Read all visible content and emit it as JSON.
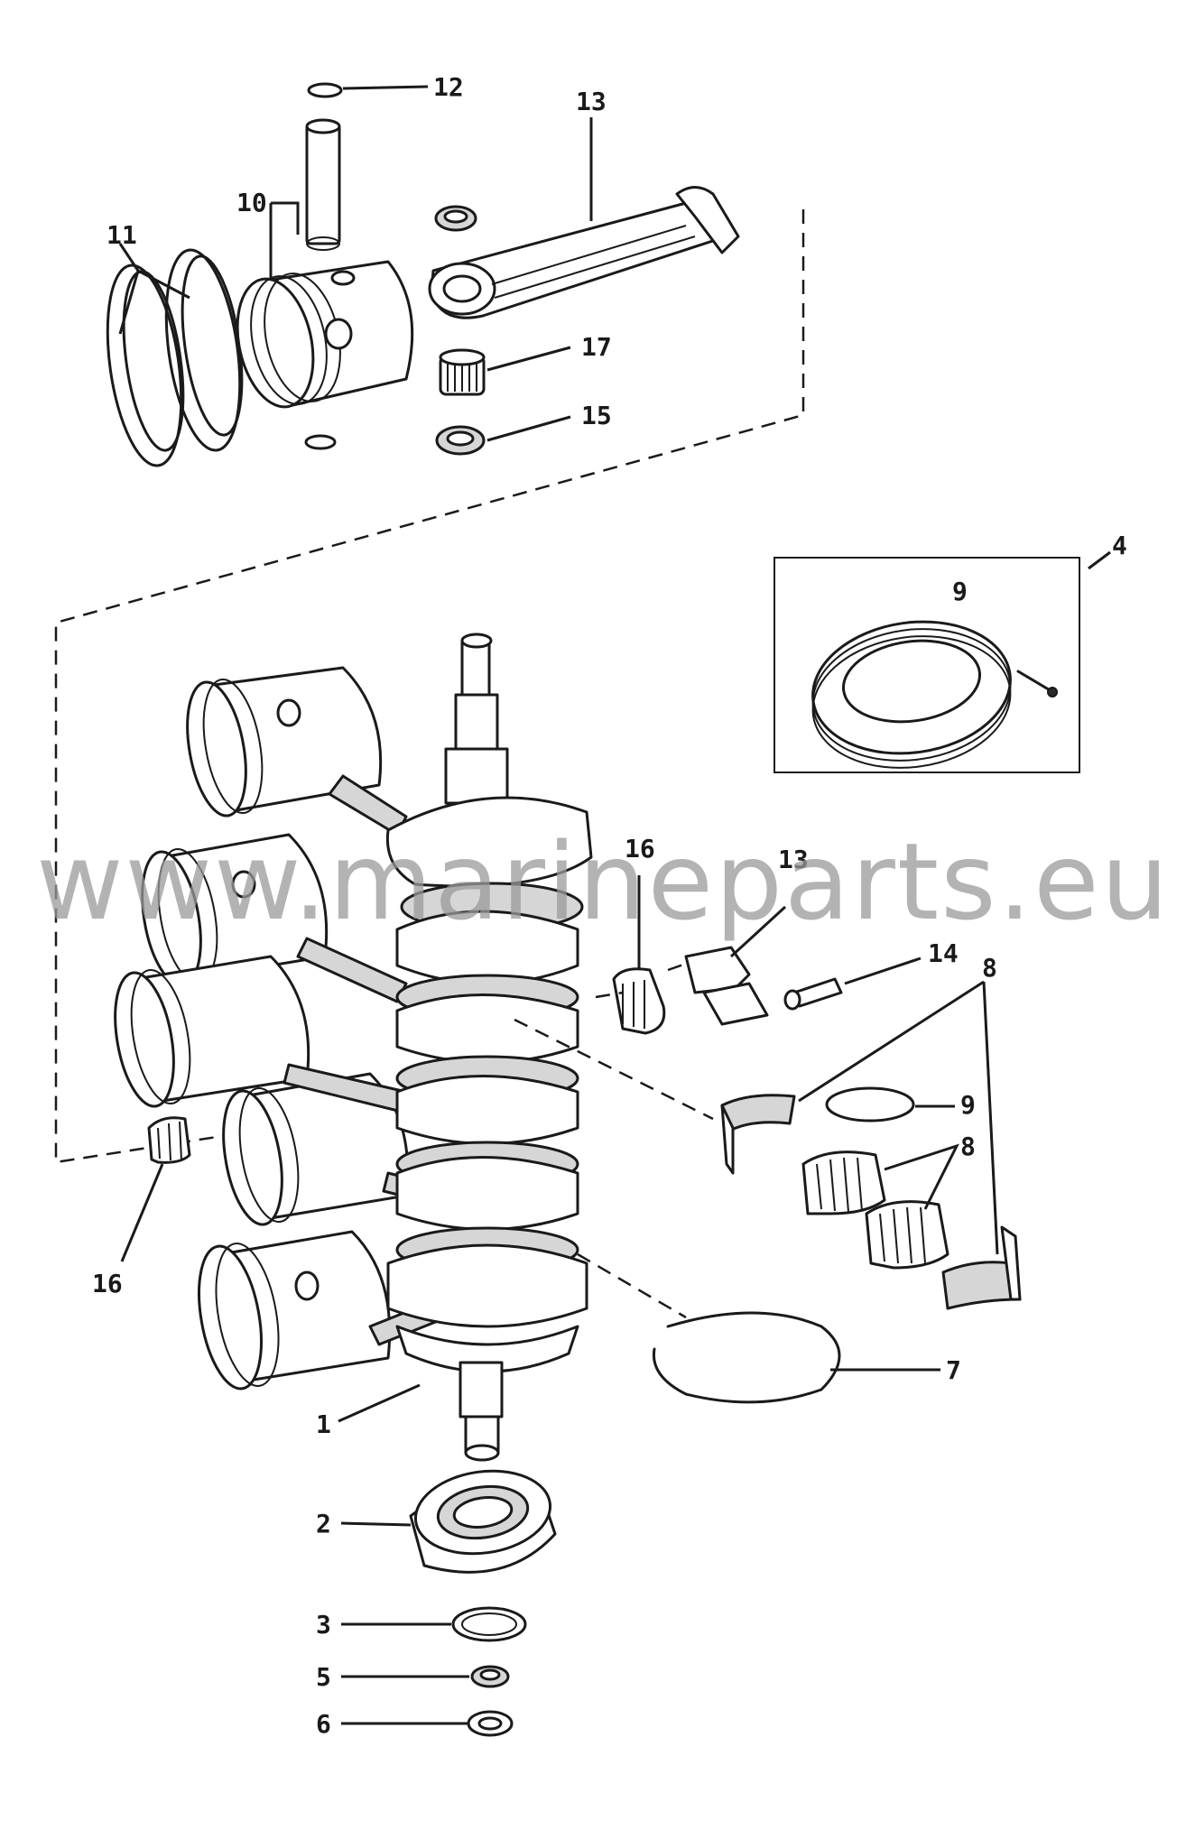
{
  "watermark": "www.marineparts.eu",
  "callouts": {
    "c1": "1",
    "c2": "2",
    "c3": "3",
    "c4": "4",
    "c5": "5",
    "c6": "6",
    "c7": "7",
    "c8a": "8",
    "c8b": "8",
    "c9a": "9",
    "c9b": "9",
    "c10": "10",
    "c11": "11",
    "c12": "12",
    "c13a": "13",
    "c13b": "13",
    "c14": "14",
    "c15": "15",
    "c16a": "16",
    "c16b": "16",
    "c17": "17"
  }
}
